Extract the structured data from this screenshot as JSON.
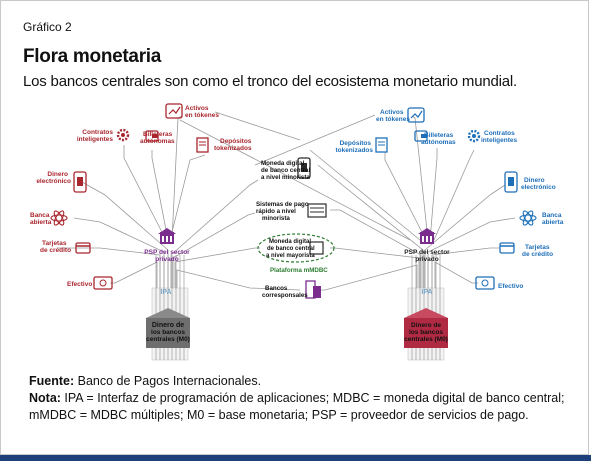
{
  "header": {
    "figure_label": "Gráfico 2",
    "title": "Flora monetaria",
    "subtitle": "Los bancos centrales son como el tronco del ecosistema monetario mundial."
  },
  "diagram": {
    "left_tree": {
      "trunk": [
        "Dinero de",
        "los bancos",
        "centrales (M0)"
      ],
      "pillar": "IPA",
      "node": [
        "PSP del sector",
        "privado"
      ],
      "leaves": {
        "tokens": [
          "Activos",
          "en tókenes"
        ],
        "contracts": [
          "Contratos",
          "inteligentes"
        ],
        "wallets": [
          "Billeteras",
          "autónomas"
        ],
        "deposits": [
          "Depósitos",
          "tokenizados"
        ],
        "edinero": [
          "Dinero",
          "electrónico"
        ],
        "openbank": [
          "Banca",
          "abierta"
        ],
        "cards": [
          "Tarjetas",
          "de crédito"
        ],
        "cash": [
          "Efectivo"
        ]
      }
    },
    "right_tree": {
      "trunk": [
        "Dinero de",
        "los bancos",
        "centrales (M0)"
      ],
      "pillar": "IPA",
      "node": [
        "PSP del sector",
        "privado"
      ],
      "leaves": {
        "tokens": [
          "Activos",
          "en tókenes"
        ],
        "contracts": [
          "Contratos",
          "inteligentes"
        ],
        "wallets": [
          "Billeteras",
          "autónomas"
        ],
        "deposits": [
          "Depósitos",
          "tokenizados"
        ],
        "edinero": [
          "Dinero",
          "electrónico"
        ],
        "openbank": [
          "Banca",
          "abierta"
        ],
        "cards": [
          "Tarjetas",
          "de crédito"
        ],
        "cash": [
          "Efectivo"
        ]
      }
    },
    "center": {
      "retail_cbdc": [
        "Moneda digital",
        "de banco central",
        "a nivel minorista"
      ],
      "fast_payments": [
        "Sistemas de pago",
        "rápido a nivel",
        "minorista"
      ],
      "wholesale_cbdc": [
        "Moneda digital",
        "de banco central",
        "a nivel mayorista"
      ],
      "mcbdc": "Plataforma mMDBC",
      "correspondent": [
        "Bancos",
        "corresponsales"
      ]
    },
    "colors": {
      "left": "#a9262e",
      "right": "#1e6fb8",
      "center": "#2b2b2b",
      "psp": "#7b2d8e",
      "trunk_left": "#6e6e6e",
      "trunk_right": "#b02a43",
      "branch": "#8a8a8a"
    }
  },
  "notes": {
    "source_label": "Fuente:",
    "source_text": " Banco de Pagos Internacionales.",
    "note_label": "Nota:",
    "note_text": " IPA = Interfaz de programación de aplicaciones; MDBC = moneda digital de banco central; mMDBC = MDBC múltiples; M0 = base monetaria; PSP = proveedor de servicios de pago."
  }
}
